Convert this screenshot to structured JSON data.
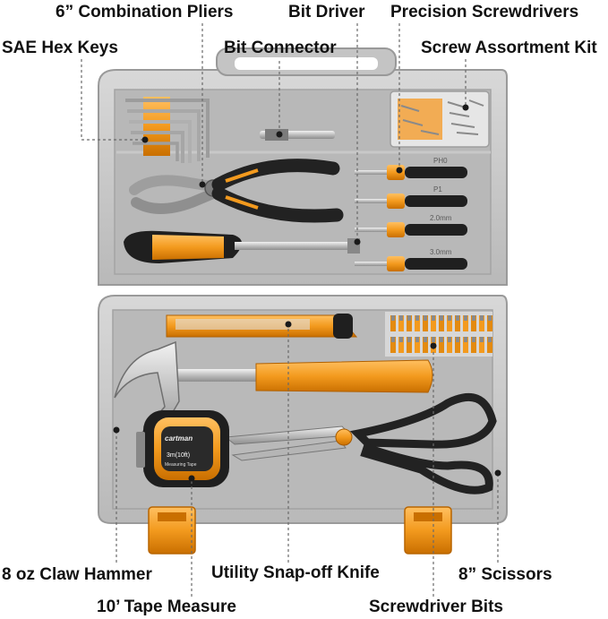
{
  "labels": {
    "combination_pliers": "6” Combination Pliers",
    "bit_driver": "Bit Driver",
    "precision_screwdrivers": "Precision Screwdrivers",
    "sae_hex_keys": "SAE Hex Keys",
    "bit_connector": "Bit Connector",
    "screw_assortment_kit": "Screw Assortment Kit",
    "claw_hammer": "8 oz Claw Hammer",
    "utility_knife": "Utility Snap-off Knife",
    "scissors": "8” Scissors",
    "tape_measure": "10’ Tape Measure",
    "screwdriver_bits": "Screwdriver Bits"
  },
  "product_text": {
    "tape_brand": "cartman",
    "tape_size": "3m(10ft)",
    "tape_caption": "Measuring Tape",
    "screwdriver_sizes": [
      "PH0",
      "P1",
      "2.0mm",
      "3.0mm"
    ]
  },
  "colors": {
    "case": "#c9c9c9",
    "case_inner": "#b7b7b7",
    "accent_orange": "#f39a1e",
    "handle_black": "#1f1f1f",
    "steel": "#cfcfcf",
    "leader_line": "#6a6a6a"
  }
}
